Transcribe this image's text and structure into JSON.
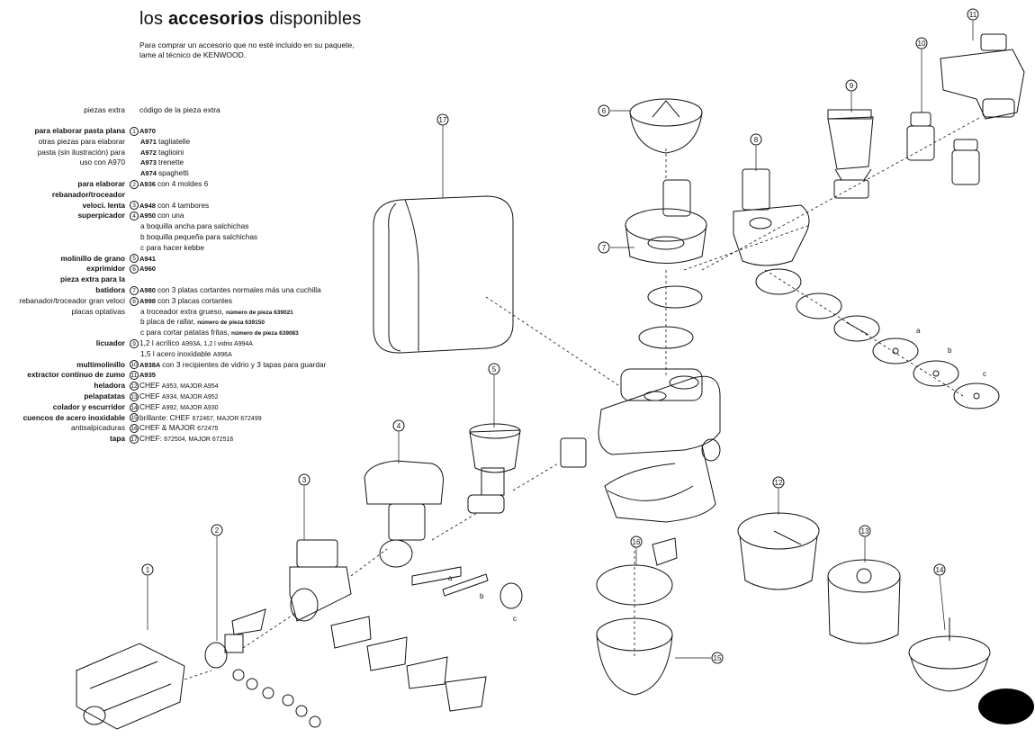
{
  "title": {
    "prefix": "los",
    "bold": "accesorios",
    "suffix": "disponibles"
  },
  "intro": {
    "line1": "Para comprar un accesorio que no esté incluido en su paquete,",
    "line2": "lame al técnico de KENWOOD."
  },
  "headers": {
    "left": "piezas extra",
    "right": "código de la pieza extra"
  },
  "rows": [
    {
      "label": "para elaborar pasta plana",
      "bold": true,
      "num": "1",
      "code": "A970",
      "text": ""
    },
    {
      "label": "otras piezas para elaborar",
      "bold": false,
      "num": "",
      "code": "A971",
      "text": "tagliatelle"
    },
    {
      "label": "pasta (sin ilustración) para",
      "bold": false,
      "num": "",
      "code": "A972",
      "text": "taglioini"
    },
    {
      "label": "uso con A970",
      "bold": false,
      "num": "",
      "code": "A973",
      "text": "trenette"
    },
    {
      "label": "",
      "bold": false,
      "num": "",
      "code": "A974",
      "text": "spaghetti"
    },
    {
      "label": "para elaborar",
      "bold": true,
      "num": "2",
      "code": "A936",
      "text": "con 4 moldes 6"
    },
    {
      "label": "rebanador/troceador",
      "bold": true,
      "num": "",
      "code": "",
      "text": ""
    },
    {
      "label": "veloci. lenta",
      "bold": true,
      "num": "3",
      "code": "A948",
      "text": "con 4 tambores"
    },
    {
      "label": "superpicador",
      "bold": true,
      "num": "4",
      "code": "A950",
      "text": "con una"
    },
    {
      "label": "",
      "bold": false,
      "num": "",
      "code": "",
      "text": "a  boquilla ancha para salchichas"
    },
    {
      "label": "",
      "bold": false,
      "num": "",
      "code": "",
      "text": "b  boquilla pequeña para salchichas"
    },
    {
      "label": "",
      "bold": false,
      "num": "",
      "code": "",
      "text": "c  para hacer kebbe"
    },
    {
      "label": "molinillo de grano",
      "bold": true,
      "num": "5",
      "code": "A941",
      "text": ""
    },
    {
      "label": "exprimidor",
      "bold": true,
      "num": "6",
      "code": "A960",
      "text": ""
    },
    {
      "label": "pieza extra para la",
      "bold": true,
      "num": "",
      "code": "",
      "text": ""
    },
    {
      "label": "batidora",
      "bold": true,
      "num": "7",
      "code": "A980",
      "text": "con 3 platas cortantes normales más una cuchilla"
    },
    {
      "label": "rebanador/troceador gran veloci",
      "bold": false,
      "num": "8",
      "code": "A998",
      "text": "con 3 placas cortantes"
    },
    {
      "label": "placas optativas",
      "bold": false,
      "num": "",
      "code": "",
      "text": "a  troceador extra grueso,",
      "sub": "número de pieza 639021"
    },
    {
      "label": "",
      "bold": false,
      "num": "",
      "code": "",
      "text": "b  placa de rallar,",
      "sub": "número de pieza 639150"
    },
    {
      "label": "",
      "bold": false,
      "num": "",
      "code": "",
      "text": "c  para cortar patatas fritas,",
      "sub": "número de pieza 639083"
    },
    {
      "label": "licuador",
      "bold": true,
      "num": "9",
      "code": "",
      "text": "1,2 l acrílico",
      "extra": "A993A, 1,2 l vidrio A994A"
    },
    {
      "label": "",
      "bold": false,
      "num": "",
      "code": "",
      "text": "1,5 l acero inoxidable",
      "extra": "A996A"
    },
    {
      "label": "multimolinillo",
      "bold": true,
      "num": "10",
      "code": "A938A",
      "text": "con 3 recipientes de vidrio y 3 tapas para guardar"
    },
    {
      "label": "extractor continuo de zumo",
      "bold": true,
      "num": "11",
      "code": "A935",
      "text": ""
    },
    {
      "label": "heladora",
      "bold": true,
      "num": "12",
      "code": "",
      "text": "CHEF",
      "extra": "A953, MAJOR A954"
    },
    {
      "label": "pelapatatas",
      "bold": true,
      "num": "13",
      "code": "",
      "text": "CHEF",
      "extra": "A934, MAJOR A952"
    },
    {
      "label": "colador y escurridor",
      "bold": true,
      "num": "14",
      "code": "",
      "text": "CHEF",
      "extra": "A992, MAJOR A930"
    },
    {
      "label": "cuencos de acero inoxidable",
      "bold": true,
      "num": "15",
      "code": "",
      "text": "brillante: CHEF",
      "extra": "672467, MAJOR 672499"
    },
    {
      "label": "antisalpicaduras",
      "bold": false,
      "num": "16",
      "code": "",
      "text": "CHEF & MAJOR",
      "extra": "672475"
    },
    {
      "label": "tapa",
      "bold": true,
      "num": "17",
      "code": "",
      "text": "CHEF:",
      "extra": "672504, MAJOR 672516"
    }
  ],
  "callouts": [
    "1",
    "2",
    "3",
    "4",
    "5",
    "6",
    "7",
    "8",
    "9",
    "10",
    "11",
    "12",
    "13",
    "14",
    "15",
    "16",
    "17"
  ],
  "letters": [
    "a",
    "b",
    "c"
  ],
  "colors": {
    "ink": "#111111",
    "bg": "#ffffff"
  }
}
